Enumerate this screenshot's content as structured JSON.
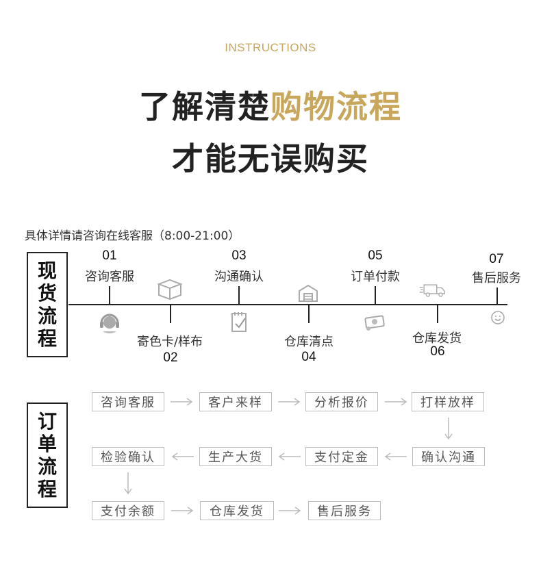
{
  "header": {
    "instructions": "INSTRUCTIONS",
    "headline_dark": "了解清楚",
    "headline_gold": "购物流程",
    "headline_line2": "才能无误购买"
  },
  "consult_note": "具体详情请咨询在线客服（8:00-21:00）",
  "colors": {
    "gold": "#c8a75c",
    "dark": "#222222",
    "flow_border": "#bbbbbb",
    "icon_gray": "#999999"
  },
  "spot_flow": {
    "title": [
      "现",
      "货",
      "流",
      "程"
    ],
    "steps": [
      {
        "num": "01",
        "label": "咨询客服",
        "icon": "headset-icon"
      },
      {
        "num": "02",
        "label": "寄色卡/样布",
        "icon": "box-icon"
      },
      {
        "num": "03",
        "label": "沟通确认",
        "icon": "notepad-icon"
      },
      {
        "num": "04",
        "label": "仓库清点",
        "icon": "warehouse-icon"
      },
      {
        "num": "05",
        "label": "订单付款",
        "icon": "money-icon"
      },
      {
        "num": "06",
        "label": "仓库发货",
        "icon": "truck-icon"
      },
      {
        "num": "07",
        "label": "售后服务",
        "icon": "smile-icon"
      }
    ]
  },
  "order_flow": {
    "title": [
      "订",
      "单",
      "流",
      "程"
    ],
    "row1": [
      "咨询客服",
      "客户来样",
      "分析报价",
      "打样放样"
    ],
    "row2": [
      "确认沟通",
      "支付定金",
      "生产大货",
      "检验确认"
    ],
    "row3": [
      "支付余额",
      "仓库发货",
      "售后服务"
    ]
  }
}
